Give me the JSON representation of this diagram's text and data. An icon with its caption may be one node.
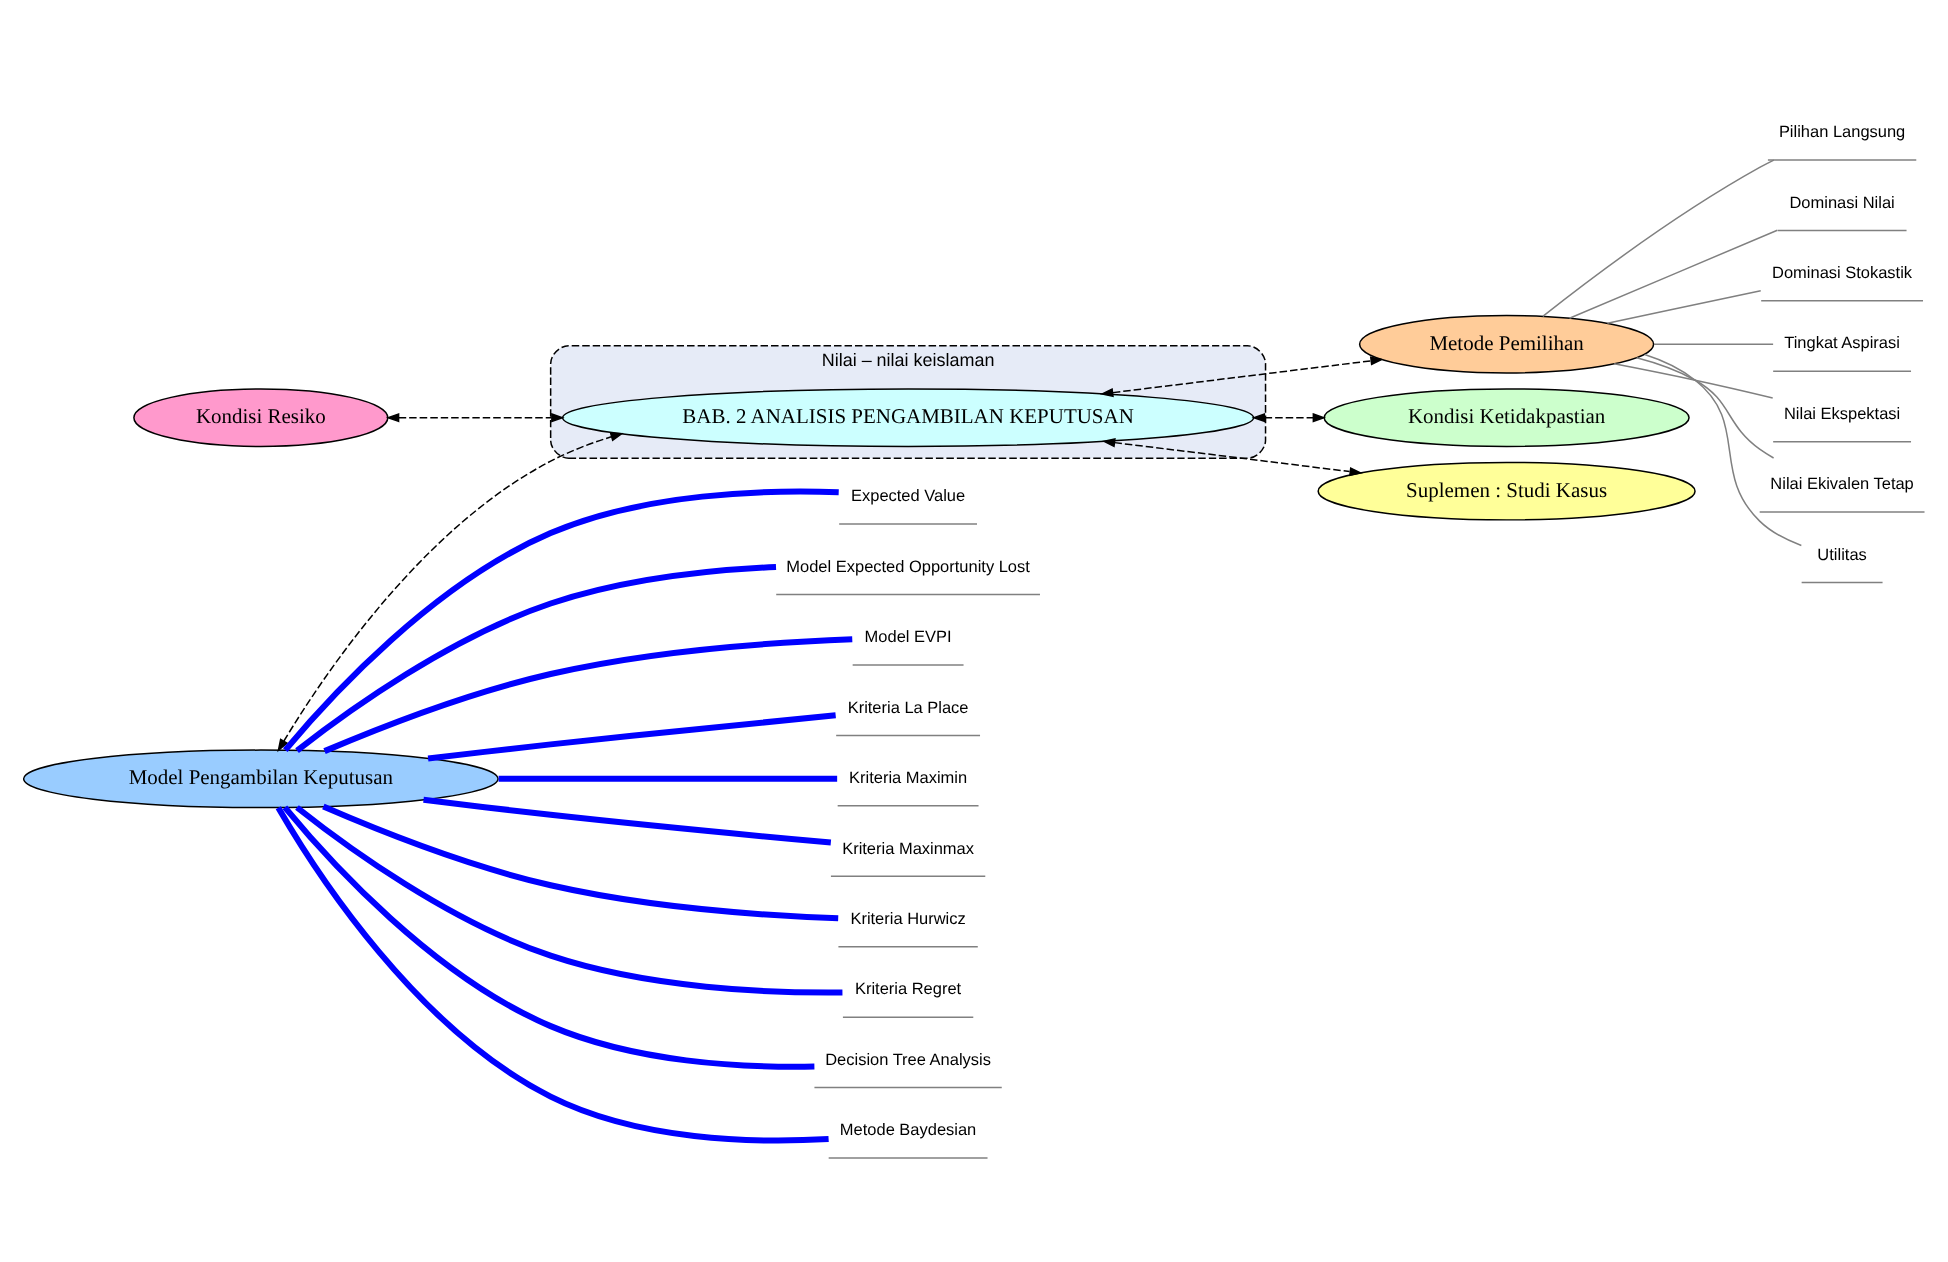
{
  "diagram": {
    "nodes": [
      {
        "text": [
          "Nilai – nilai keislaman"
        ]
      },
      {
        "text": [
          "Kondisi Resiko"
        ]
      },
      {
        "text": [
          "Model Pengambilan Keputusan"
        ]
      },
      {
        "text": [
          "BAB. 2 ANALISIS PENGAMBILAN KEPUTUSAN"
        ],
        "in": 0
      },
      {
        "text": [
          "Metode Pemilihan"
        ]
      },
      {
        "text": [
          "Kondisi Ketidakpastian"
        ]
      },
      {
        "text": [
          "Suplemen : Studi Kasus"
        ]
      },
      {
        "text": [
          "Expected Value"
        ]
      },
      {
        "text": [
          "Model Expected Opportunity Lost"
        ]
      },
      {
        "text": [
          "Model EVPI"
        ]
      },
      {
        "text": [
          "Kriteria La Place"
        ]
      },
      {
        "text": [
          "Kriteria Maximin"
        ]
      },
      {
        "text": [
          "Kriteria Maxinmax"
        ]
      },
      {
        "text": [
          "Kriteria Hurwicz"
        ]
      },
      {
        "text": [
          "Kriteria Regret"
        ]
      },
      {
        "text": [
          "Decision Tree Analysis"
        ]
      },
      {
        "text": [
          "Metode Baydesian"
        ]
      },
      {
        "text": [
          "Pilihan Langsung"
        ]
      },
      {
        "text": [
          "Dominasi Nilai"
        ]
      },
      {
        "text": [
          "Dominasi Stokastik"
        ]
      },
      {
        "text": [
          "Tingkat Aspirasi"
        ]
      },
      {
        "text": [
          "Nilai Ekspektasi"
        ]
      },
      {
        "text": [
          "Nilai Ekivalen Tetap"
        ]
      },
      {
        "text": [
          "Utilitas"
        ]
      }
    ],
    "edges": [
      {
        "from": 1,
        "to": 3,
        "arrow": "both",
        "style": "dashed",
        "color": "#000000"
      },
      {
        "from": 2,
        "to": 3,
        "arrow": "both",
        "style": "dashed",
        "color": "#000000"
      },
      {
        "from": 3,
        "to": 4,
        "arrow": "both",
        "style": "dashed",
        "color": "#000000"
      },
      {
        "from": 3,
        "to": 5,
        "arrow": "both",
        "style": "dashed",
        "color": "#000000"
      },
      {
        "from": 3,
        "to": 6,
        "arrow": "both",
        "style": "dashed",
        "color": "#000000"
      },
      {
        "from": 2,
        "to": 7,
        "arrow": "none",
        "style": "thick",
        "color": "#0000ff"
      },
      {
        "from": 2,
        "to": 8,
        "arrow": "none",
        "style": "thick",
        "color": "#0000ff"
      },
      {
        "from": 2,
        "to": 9,
        "arrow": "none",
        "style": "thick",
        "color": "#0000ff"
      },
      {
        "from": 2,
        "to": 10,
        "arrow": "none",
        "style": "thick",
        "color": "#0000ff"
      },
      {
        "from": 2,
        "to": 11,
        "arrow": "none",
        "style": "thick",
        "color": "#0000ff"
      },
      {
        "from": 2,
        "to": 12,
        "arrow": "none",
        "style": "thick",
        "color": "#0000ff"
      },
      {
        "from": 2,
        "to": 13,
        "arrow": "none",
        "style": "thick",
        "color": "#0000ff"
      },
      {
        "from": 2,
        "to": 14,
        "arrow": "none",
        "style": "thick",
        "color": "#0000ff"
      },
      {
        "from": 2,
        "to": 15,
        "arrow": "none",
        "style": "thick",
        "color": "#0000ff"
      },
      {
        "from": 2,
        "to": 16,
        "arrow": "none",
        "style": "thick",
        "color": "#0000ff"
      },
      {
        "from": 4,
        "to": 17,
        "arrow": "none",
        "color": "#808080"
      },
      {
        "from": 4,
        "to": 18,
        "arrow": "none",
        "color": "#808080"
      },
      {
        "from": 4,
        "to": 19,
        "arrow": "none",
        "color": "#808080"
      },
      {
        "from": 4,
        "to": 20,
        "arrow": "none",
        "color": "#808080"
      },
      {
        "from": 4,
        "to": 21,
        "arrow": "none",
        "color": "#808080"
      },
      {
        "from": 4,
        "to": 22,
        "arrow": "none",
        "color": "#808080"
      },
      {
        "from": 4,
        "to": 23,
        "arrow": "none",
        "color": "#808080"
      }
    ]
  }
}
